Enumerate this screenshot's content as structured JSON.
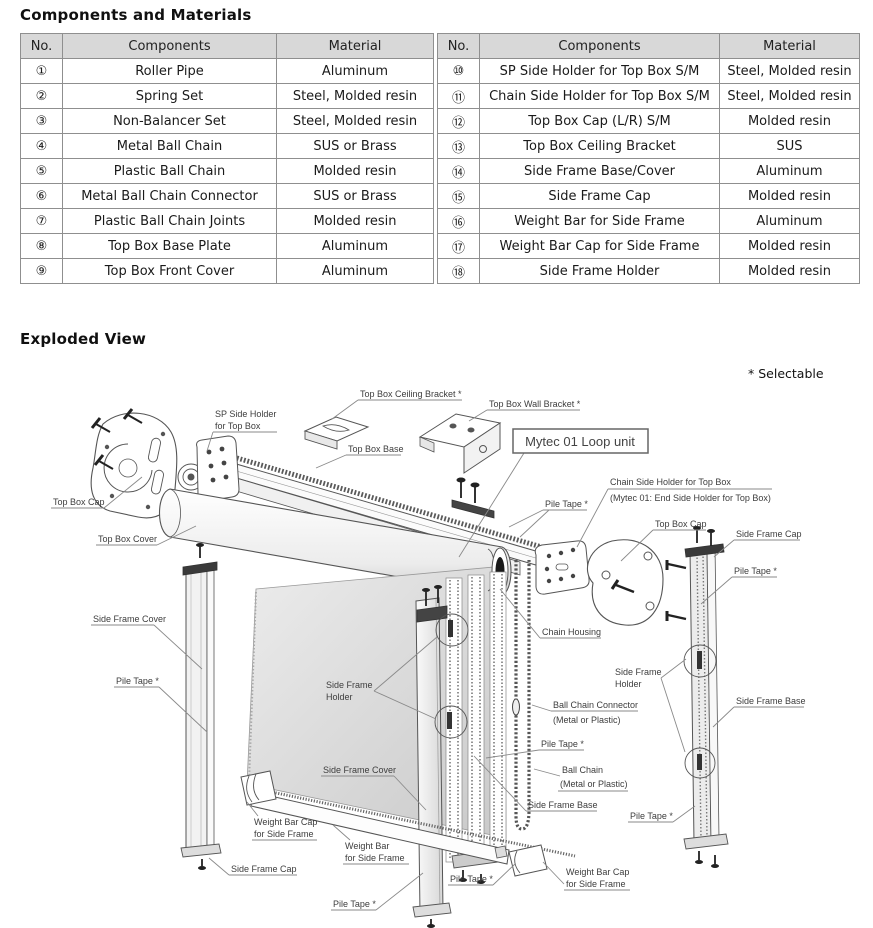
{
  "page": {
    "title": "Components and Materials",
    "section_exploded": "Exploded View"
  },
  "tables": {
    "headers": [
      "No.",
      "Components",
      "Material"
    ],
    "left": {
      "rows": [
        [
          "①",
          "Roller Pipe",
          "Aluminum"
        ],
        [
          "②",
          "Spring Set",
          "Steel, Molded resin"
        ],
        [
          "③",
          "Non-Balancer Set",
          "Steel, Molded resin"
        ],
        [
          "④",
          "Metal Ball Chain",
          "SUS or Brass"
        ],
        [
          "⑤",
          "Plastic Ball Chain",
          "Molded resin"
        ],
        [
          "⑥",
          "Metal Ball Chain Connector",
          "SUS or Brass"
        ],
        [
          "⑦",
          "Plastic Ball Chain Joints",
          "Molded resin"
        ],
        [
          "⑧",
          "Top Box Base Plate",
          "Aluminum"
        ],
        [
          "⑨",
          "Top Box Front Cover",
          "Aluminum"
        ]
      ]
    },
    "right": {
      "rows": [
        [
          "⑩",
          "SP Side Holder for Top Box S/M",
          "Steel, Molded resin"
        ],
        [
          "⑪",
          "Chain Side Holder for Top Box S/M",
          "Steel, Molded resin"
        ],
        [
          "⑫",
          "Top Box Cap (L/R) S/M",
          "Molded resin"
        ],
        [
          "⑬",
          "Top Box Ceiling Bracket",
          "SUS"
        ],
        [
          "⑭",
          "Side Frame Base/Cover",
          "Aluminum"
        ],
        [
          "⑮",
          "Side Frame Cap",
          "Molded resin"
        ],
        [
          "⑯",
          "Weight Bar for Side Frame",
          "Aluminum"
        ],
        [
          "⑰",
          "Weight Bar Cap for Side Frame",
          "Molded resin"
        ],
        [
          "⑱",
          "Side Frame Holder",
          "Molded resin"
        ]
      ]
    }
  },
  "diagram": {
    "labels": [
      "* Selectable",
      "Top Box Ceiling Bracket *",
      "Top Box Wall Bracket *",
      "SP Side Holder",
      "for Top Box",
      "Top Box Base",
      "Mytec 01 Loop unit",
      "Chain Side Holder for Top Box",
      "(Mytec 01: End Side Holder for Top Box)",
      "Pile Tape *",
      "Top Box Cap",
      "Top Box Cover",
      "Top Box Cap",
      "Side Frame Cap",
      "Pile Tape *",
      "Side Frame Cover",
      "Chain Housing",
      "Pile Tape *",
      "Side Frame",
      "Holder",
      "Side Frame",
      "Holder",
      "Ball Chain Connector",
      "(Metal or Plastic)",
      "Side Frame Base",
      "Pile Tape *",
      "Ball Chain",
      "(Metal or Plastic)",
      "Side Frame Base",
      "Pile Tape *",
      "Side Frame Cover",
      "Weight Bar Cap",
      "for Side Frame",
      "Weight Bar",
      "for Side Frame",
      "Side Frame Cap",
      "Pile Tape *",
      "Pile Tape *",
      "Weight Bar Cap",
      "for Side Frame"
    ]
  },
  "colors": {
    "table_header_bg": "#d8d8d8",
    "table_border": "#8f8f8f",
    "diagram_line": "#555555",
    "label_text": "#3d3d3d",
    "fabric_fill": "#d9d9d9"
  }
}
